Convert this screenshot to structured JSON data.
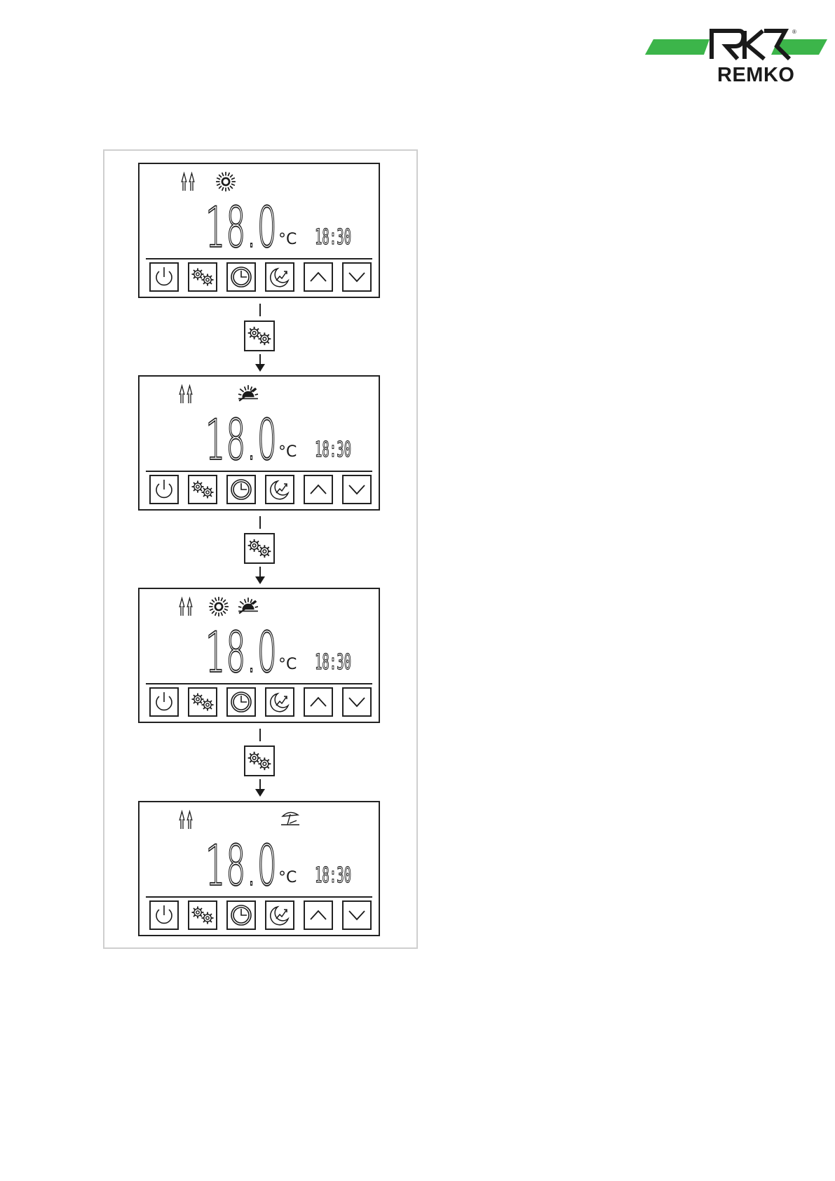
{
  "logo": {
    "brand": "REMKO",
    "mark": "®",
    "brand_colors": {
      "green": "#3cb54a",
      "black": "#1a1a1a"
    }
  },
  "panels": [
    {
      "temperature": "18.0",
      "unit": "°C",
      "time": "18:30",
      "icons": [
        "fan-mode-icon",
        "sun-comfort-icon"
      ]
    },
    {
      "temperature": "18.0",
      "unit": "°C",
      "time": "18:30",
      "icons": [
        "fan-mode-icon",
        "half-sun-reduced-icon"
      ]
    },
    {
      "temperature": "18.0",
      "unit": "°C",
      "time": "18:30",
      "icons": [
        "fan-mode-icon",
        "sun-comfort-icon",
        "half-sun-reduced-icon"
      ]
    },
    {
      "temperature": "18.0",
      "unit": "°C",
      "time": "18:30",
      "icons": [
        "fan-mode-icon",
        "beach-umbrella-holiday-icon"
      ]
    }
  ],
  "panel_buttons": [
    "power-icon",
    "gears-icon",
    "clock-icon",
    "moon-trend-icon",
    "chevron-up-icon",
    "chevron-down-icon"
  ],
  "step_button_icon": "gears-icon",
  "flow_arrow_icon": "arrow-down-icon"
}
